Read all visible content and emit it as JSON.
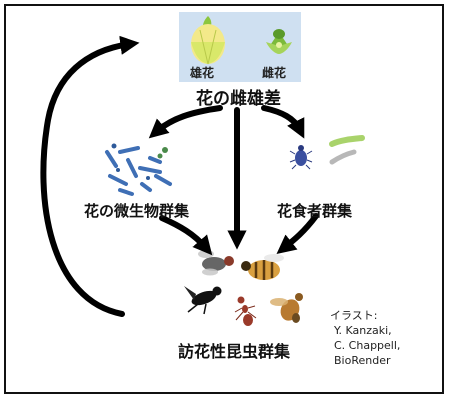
{
  "flowers": {
    "male_label": "雄花",
    "female_label": "雌花"
  },
  "nodes": {
    "top": "花の雌雄差",
    "left": "花の微生物群集",
    "right": "花食者群集",
    "bottom": "訪花性昆虫群集"
  },
  "credit": {
    "heading": "イラスト:",
    "line1": "Y. Kanzaki,",
    "line2": "C. Chappell,",
    "line3": "BioRender"
  },
  "colors": {
    "panel_bg": "#cfe0f1",
    "arrow": "#000000",
    "flower_green": "#8cc63f",
    "flower_yellow": "#f3e98a",
    "microbe_blue": "#3f6fb5",
    "beetle": "#3a4fa0",
    "larva": "#a9d36b"
  },
  "icons": [
    "male-flower-icon",
    "female-flower-icon",
    "microbe-icon",
    "beetle-icon",
    "larva-icon",
    "fly-icon",
    "bee-icon",
    "ant-icon",
    "wasp-icon"
  ]
}
